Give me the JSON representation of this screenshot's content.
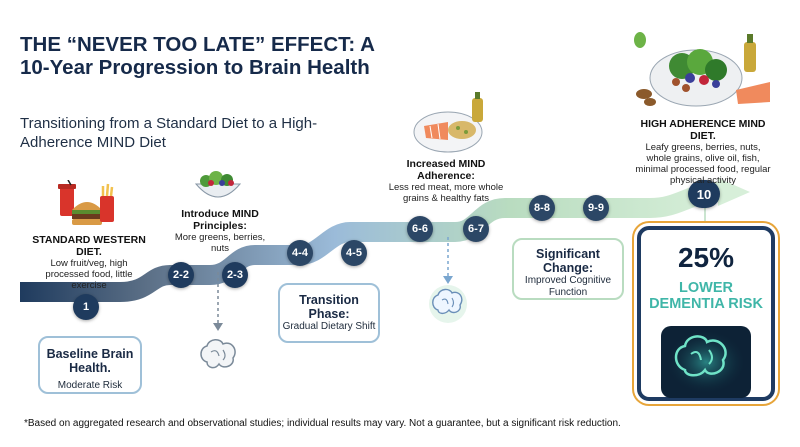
{
  "title": "THE “NEVER TOO LATE” EFFECT: A 10-Year Progression to Brain Health",
  "subtitle": "Transitioning from a Standard Diet to a High-Adherence MIND Diet",
  "colors": {
    "navy": "#1f3b5e",
    "slate": "#6f8196",
    "blue": "#7aa6cf",
    "green": "#9fd0a6",
    "accent": "#e7a53a",
    "teal": "#3fb6a8"
  },
  "nodes": [
    {
      "label": "1"
    },
    {
      "label": "2-2"
    },
    {
      "label": "2-3"
    },
    {
      "label": "4-4"
    },
    {
      "label": "4-5"
    },
    {
      "label": "6-6"
    },
    {
      "label": "6-7"
    },
    {
      "label": "8-8"
    },
    {
      "label": "9-9"
    },
    {
      "label": "10"
    }
  ],
  "stages": {
    "standard": {
      "heading": "STANDARD WESTERN DIET.",
      "detail": "Low fruit/veg, high processed food, little exercise",
      "icon": "fast-food-icon"
    },
    "introduce": {
      "heading": "Introduce MIND Principles:",
      "detail": "More greens, berries, nuts",
      "icon": "salad-bowl-icon"
    },
    "increased": {
      "heading": "Increased MIND Adherence:",
      "detail": "Less red meat, more whole grains & healthy fats",
      "icon": "salmon-plate-icon"
    },
    "high": {
      "heading": "HIGH ADHERENCE MIND DIET.",
      "detail": "Leafy greens, berries, nuts, whole grains, olive oil, fish, minimal processed food, regular physical activity",
      "icon": "healthy-food-icon"
    }
  },
  "boxes": {
    "baseline": {
      "heading": "Baseline Brain Health.",
      "detail": "Moderate Risk"
    },
    "transition": {
      "heading": "Transition Phase:",
      "detail": "Gradual Dietary Shift"
    },
    "significant": {
      "heading": "Significant Change:",
      "detail": "Improved Cognitive Function"
    }
  },
  "outcome": {
    "stat": "25%",
    "label": "LOWER DEMENTIA RISK",
    "icon": "glowing-brain-icon"
  },
  "footnote": "*Based on aggregated research and observational studies; individual results may vary. Not a guarantee, but a significant risk reduction."
}
